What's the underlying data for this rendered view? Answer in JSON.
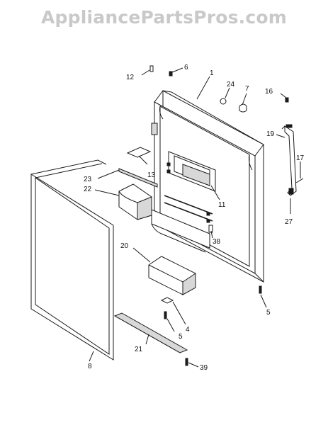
{
  "watermark": "AppliancePartsPros.com",
  "callouts": [
    {
      "id": "12",
      "label": "12"
    },
    {
      "id": "6",
      "label": "6"
    },
    {
      "id": "1",
      "label": "1"
    },
    {
      "id": "24",
      "label": "24"
    },
    {
      "id": "7",
      "label": "7"
    },
    {
      "id": "16",
      "label": "16"
    },
    {
      "id": "19",
      "label": "19"
    },
    {
      "id": "17",
      "label": "17"
    },
    {
      "id": "27",
      "label": "27"
    },
    {
      "id": "13",
      "label": "13"
    },
    {
      "id": "23",
      "label": "23"
    },
    {
      "id": "22",
      "label": "22"
    },
    {
      "id": "11",
      "label": "11"
    },
    {
      "id": "38",
      "label": "38"
    },
    {
      "id": "20",
      "label": "20"
    },
    {
      "id": "5a",
      "label": "5"
    },
    {
      "id": "4",
      "label": "4"
    },
    {
      "id": "5b",
      "label": "5"
    },
    {
      "id": "8",
      "label": "8"
    },
    {
      "id": "21",
      "label": "21"
    },
    {
      "id": "39",
      "label": "39"
    }
  ]
}
